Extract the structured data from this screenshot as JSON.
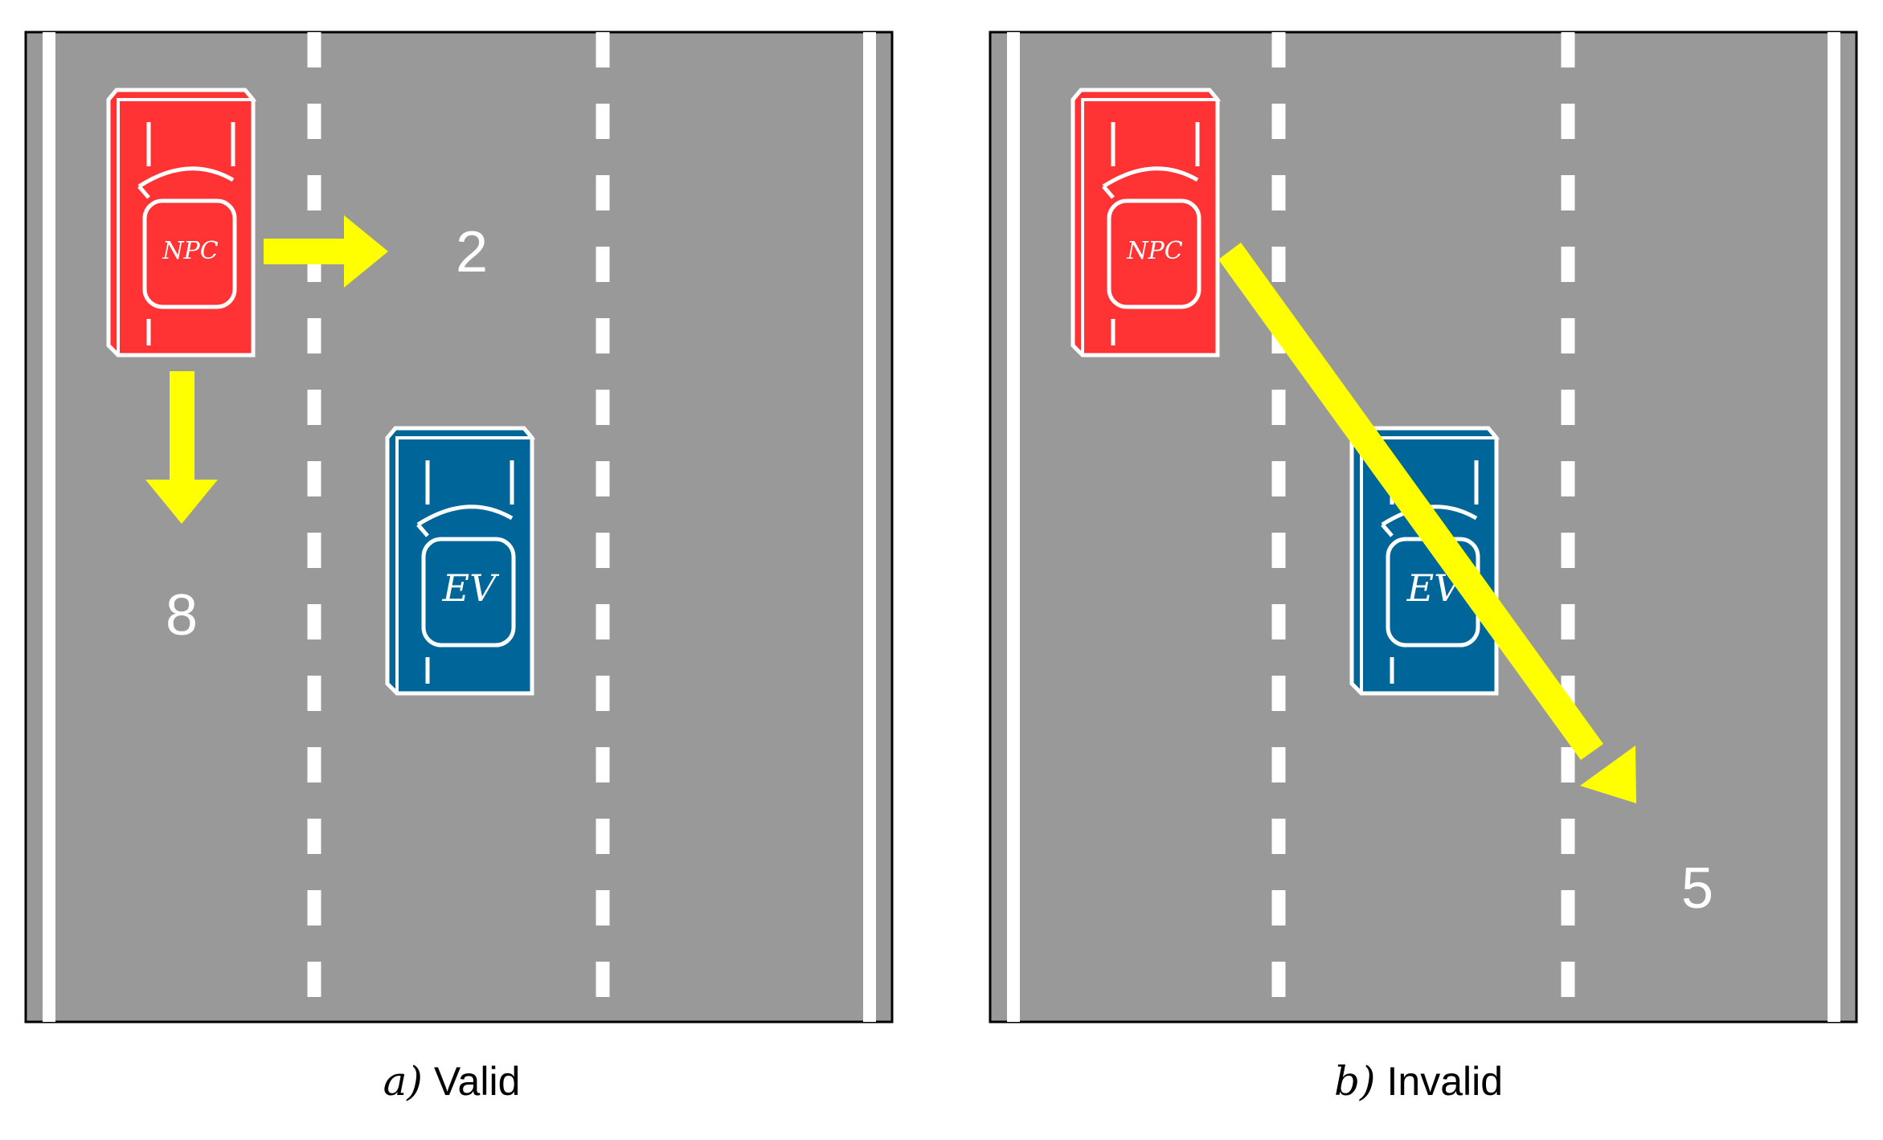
{
  "panels": [
    {
      "caption_letter": "a",
      "caption_paren": ")",
      "caption_text": "Valid",
      "npc_label": "NPC",
      "ev_label": "EV",
      "moves": [
        {
          "label": "2",
          "direction": "right"
        },
        {
          "label": "8",
          "direction": "down"
        }
      ]
    },
    {
      "caption_letter": "b",
      "caption_paren": ")",
      "caption_text": "Invalid",
      "npc_label": "NPC",
      "ev_label": "EV",
      "moves": [
        {
          "label": "5",
          "direction": "down-right-diagonal"
        }
      ]
    }
  ],
  "colors": {
    "road": "#999999",
    "lane_marking": "#ffffff",
    "npc_car": "#ff3333",
    "ev_car": "#006699",
    "arrow": "#ffff00",
    "label": "#ffffff"
  }
}
